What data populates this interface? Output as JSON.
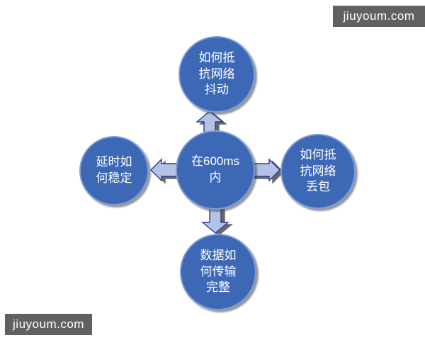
{
  "watermarks": {
    "top_right": "jiuyoum.com",
    "bottom_left": "jiuyoum.com"
  },
  "diagram": {
    "type": "radial-spoke",
    "nodes": {
      "center": "在600ms\n内",
      "top": "如何抵\n抗网络\n抖动",
      "right": "如何抵\n抗网络\n丢包",
      "bottom": "数据如\n何传输\n完整",
      "left": "延时如\n何稳定"
    },
    "arrows": [
      {
        "from": "center",
        "to": "top",
        "direction": "up"
      },
      {
        "from": "center",
        "to": "right",
        "direction": "right"
      },
      {
        "from": "center",
        "to": "bottom",
        "direction": "down"
      },
      {
        "from": "center",
        "to": "left",
        "direction": "left"
      }
    ]
  },
  "colors": {
    "background": "#ffffff",
    "node_fill": "#3C68B6",
    "node_border": "#7E9ED6",
    "node_text": "#ffffff",
    "arrow_fill": "#B4C2E8",
    "arrow_border": "#2B3F87",
    "shadow": "#3E3E3E",
    "watermark_background": "#616161",
    "watermark_text": "#ffffff"
  }
}
